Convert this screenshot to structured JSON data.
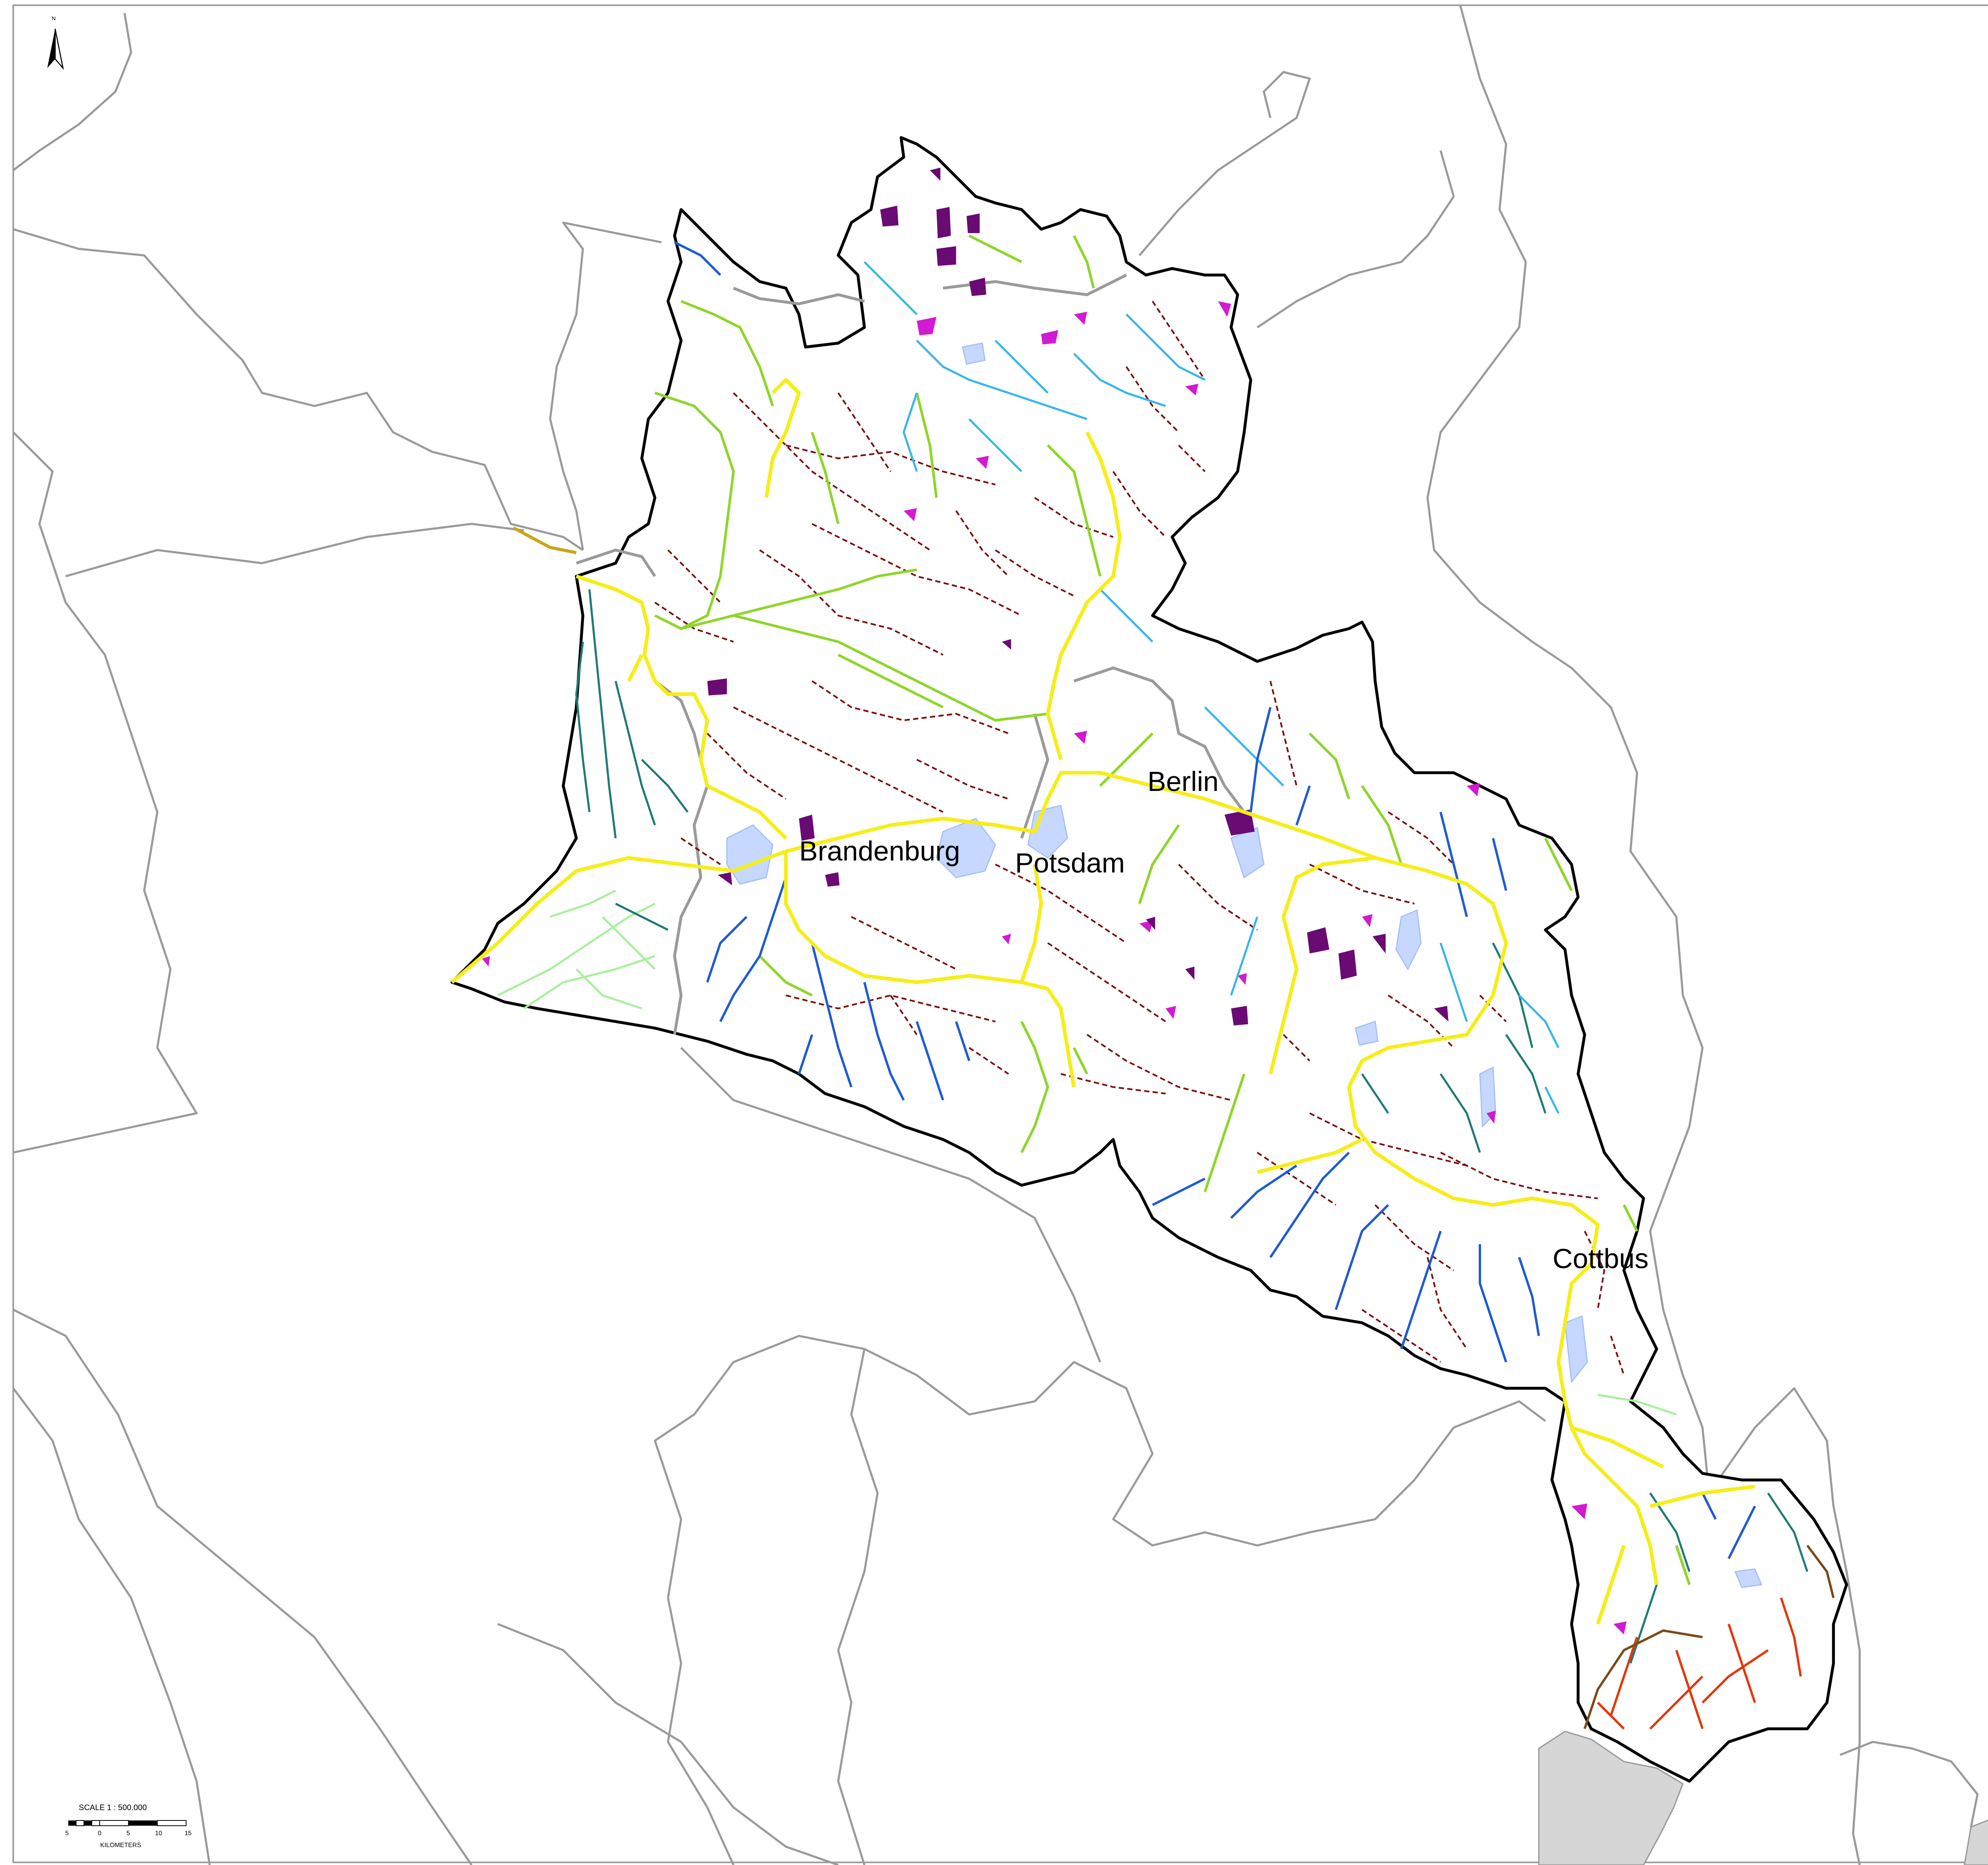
{
  "map": {
    "cities": [
      {
        "id": "berlin",
        "label": "Berlin"
      },
      {
        "id": "brandenburg",
        "label": "Brandenburg"
      },
      {
        "id": "potsdam",
        "label": "Potsdam"
      },
      {
        "id": "cottbus",
        "label": "Cottbus"
      }
    ],
    "north_arrow": {
      "letter": "N",
      "icon": "north-arrow-icon"
    },
    "scale": {
      "title": "SCALE 1 : 500.000",
      "ticks": [
        "5",
        "0",
        "5",
        "10",
        "15"
      ],
      "unit": "KILOMETERS"
    },
    "colors": {
      "basin_outline": "#000000",
      "admin_boundaries": "#9a9a9a",
      "neighbor_region": "#d6d6d6",
      "main_river": "#f5ee1a",
      "tributary_green": "#8ed62a",
      "tributary_blue": "#1e5bd0",
      "tributary_light_blue": "#37b6ea",
      "tributary_teal": "#1f7a78",
      "tributary_light_green": "#a8ef9e",
      "ditches_dashed": "#7a0f0f",
      "lakes_light": "#c6d8ff",
      "lakes_magenta": "#d21ad2",
      "lakes_purple": "#6a0a73",
      "tributary_red": "#e03a10",
      "tributary_brown": "#7a4a18"
    }
  }
}
